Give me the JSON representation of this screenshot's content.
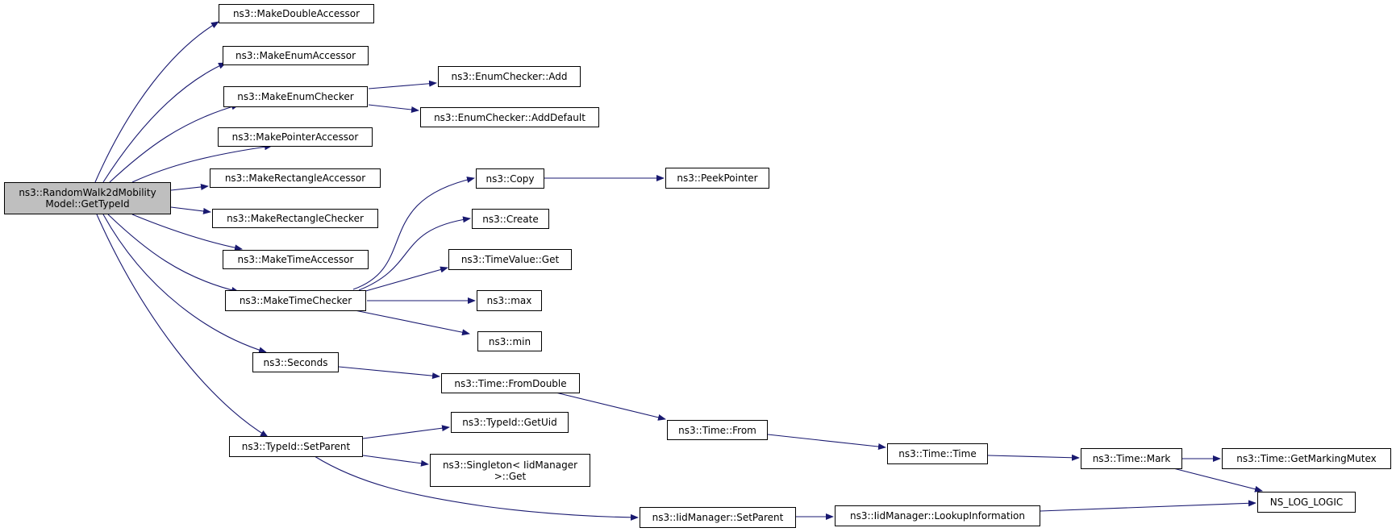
{
  "nodes": [
    {
      "id": "root",
      "lines": [
        "ns3::RandomWalk2dMobility",
        "Model::GetTypeId"
      ],
      "highlight": true
    },
    {
      "id": "make_double_accessor",
      "lines": [
        "ns3::MakeDoubleAccessor"
      ]
    },
    {
      "id": "make_enum_accessor",
      "lines": [
        "ns3::MakeEnumAccessor"
      ]
    },
    {
      "id": "make_enum_checker",
      "lines": [
        "ns3::MakeEnumChecker"
      ]
    },
    {
      "id": "make_pointer_accessor",
      "lines": [
        "ns3::MakePointerAccessor"
      ]
    },
    {
      "id": "make_rectangle_accessor",
      "lines": [
        "ns3::MakeRectangleAccessor"
      ]
    },
    {
      "id": "make_rectangle_checker",
      "lines": [
        "ns3::MakeRectangleChecker"
      ]
    },
    {
      "id": "make_time_accessor",
      "lines": [
        "ns3::MakeTimeAccessor"
      ]
    },
    {
      "id": "make_time_checker",
      "lines": [
        "ns3::MakeTimeChecker"
      ]
    },
    {
      "id": "seconds",
      "lines": [
        "ns3::Seconds"
      ]
    },
    {
      "id": "typeid_set_parent",
      "lines": [
        "ns3::TypeId::SetParent"
      ]
    },
    {
      "id": "enum_checker_add",
      "lines": [
        "ns3::EnumChecker::Add"
      ]
    },
    {
      "id": "enum_checker_add_default",
      "lines": [
        "ns3::EnumChecker::AddDefault"
      ]
    },
    {
      "id": "copy",
      "lines": [
        "ns3::Copy"
      ]
    },
    {
      "id": "create",
      "lines": [
        "ns3::Create"
      ]
    },
    {
      "id": "time_value_get",
      "lines": [
        "ns3::TimeValue::Get"
      ]
    },
    {
      "id": "max",
      "lines": [
        "ns3::max"
      ]
    },
    {
      "id": "min",
      "lines": [
        "ns3::min"
      ]
    },
    {
      "id": "peek_pointer",
      "lines": [
        "ns3::PeekPointer"
      ]
    },
    {
      "id": "time_from_double",
      "lines": [
        "ns3::Time::FromDouble"
      ]
    },
    {
      "id": "time_from",
      "lines": [
        "ns3::Time::From"
      ]
    },
    {
      "id": "time_time",
      "lines": [
        "ns3::Time::Time"
      ]
    },
    {
      "id": "time_mark",
      "lines": [
        "ns3::Time::Mark"
      ]
    },
    {
      "id": "time_get_marking_mutex",
      "lines": [
        "ns3::Time::GetMarkingMutex"
      ]
    },
    {
      "id": "ns_log_logic",
      "lines": [
        "NS_LOG_LOGIC"
      ]
    },
    {
      "id": "typeid_get_uid",
      "lines": [
        "ns3::TypeId::GetUid"
      ]
    },
    {
      "id": "singleton_iidmanager_get",
      "lines": [
        "ns3::Singleton< IidManager",
        ">::Get"
      ]
    },
    {
      "id": "iidmanager_set_parent",
      "lines": [
        "ns3::IidManager::SetParent"
      ]
    },
    {
      "id": "iidmanager_lookup_information",
      "lines": [
        "ns3::IidManager::LookupInformation"
      ]
    }
  ],
  "edges": [
    [
      "root",
      "make_double_accessor"
    ],
    [
      "root",
      "make_enum_accessor"
    ],
    [
      "root",
      "make_enum_checker"
    ],
    [
      "root",
      "make_pointer_accessor"
    ],
    [
      "root",
      "make_rectangle_accessor"
    ],
    [
      "root",
      "make_rectangle_checker"
    ],
    [
      "root",
      "make_time_accessor"
    ],
    [
      "root",
      "make_time_checker"
    ],
    [
      "root",
      "seconds"
    ],
    [
      "root",
      "typeid_set_parent"
    ],
    [
      "make_enum_checker",
      "enum_checker_add"
    ],
    [
      "make_enum_checker",
      "enum_checker_add_default"
    ],
    [
      "make_time_checker",
      "copy"
    ],
    [
      "make_time_checker",
      "create"
    ],
    [
      "make_time_checker",
      "time_value_get"
    ],
    [
      "make_time_checker",
      "max"
    ],
    [
      "make_time_checker",
      "min"
    ],
    [
      "copy",
      "peek_pointer"
    ],
    [
      "seconds",
      "time_from_double"
    ],
    [
      "time_from_double",
      "time_from"
    ],
    [
      "time_from",
      "time_time"
    ],
    [
      "time_time",
      "time_mark"
    ],
    [
      "time_mark",
      "time_get_marking_mutex"
    ],
    [
      "time_mark",
      "ns_log_logic"
    ],
    [
      "typeid_set_parent",
      "typeid_get_uid"
    ],
    [
      "typeid_set_parent",
      "singleton_iidmanager_get"
    ],
    [
      "typeid_set_parent",
      "iidmanager_set_parent"
    ],
    [
      "iidmanager_set_parent",
      "iidmanager_lookup_information"
    ],
    [
      "iidmanager_lookup_information",
      "ns_log_logic"
    ]
  ],
  "colors": {
    "edge": "#191970",
    "node_border": "#000000",
    "node_fill": "#ffffff",
    "root_fill": "#bfbfbf"
  }
}
